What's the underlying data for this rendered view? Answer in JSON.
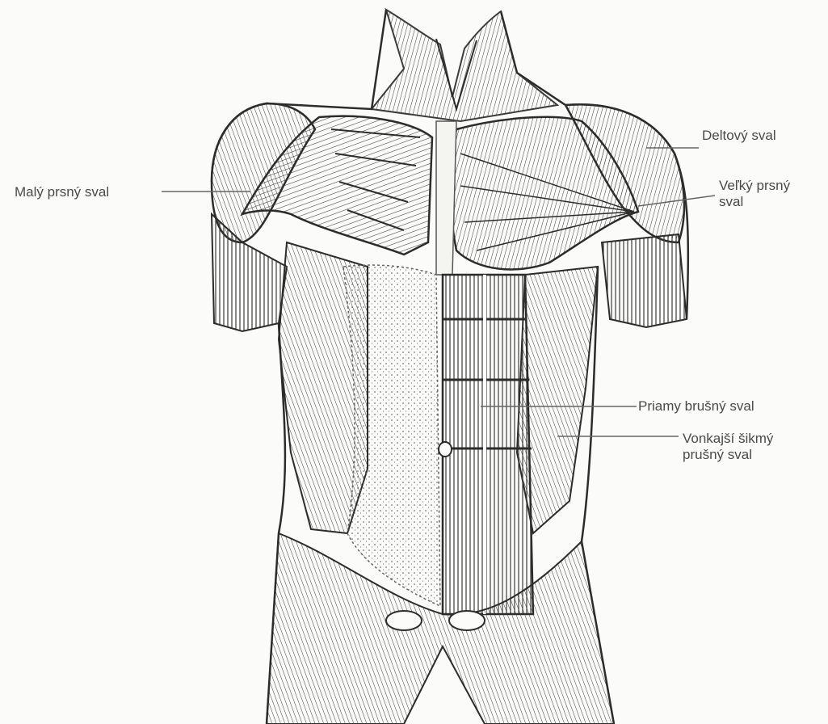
{
  "labels": {
    "maly_prsny": "Malý prsný sval",
    "deltovy": "Deltový sval",
    "velky_prsny_1": "Veľký prsný",
    "velky_prsny_2": "sval",
    "priamy_brusny": "Priamy brušný sval",
    "vonkajsi_1": "Vonkajší šikmý",
    "vonkajsi_2": "prušný sval"
  },
  "colors": {
    "ink": "#3c3c3c",
    "label_text": "#4a4a4a",
    "leader_line": "#666666",
    "background": "#fbfbf9"
  }
}
